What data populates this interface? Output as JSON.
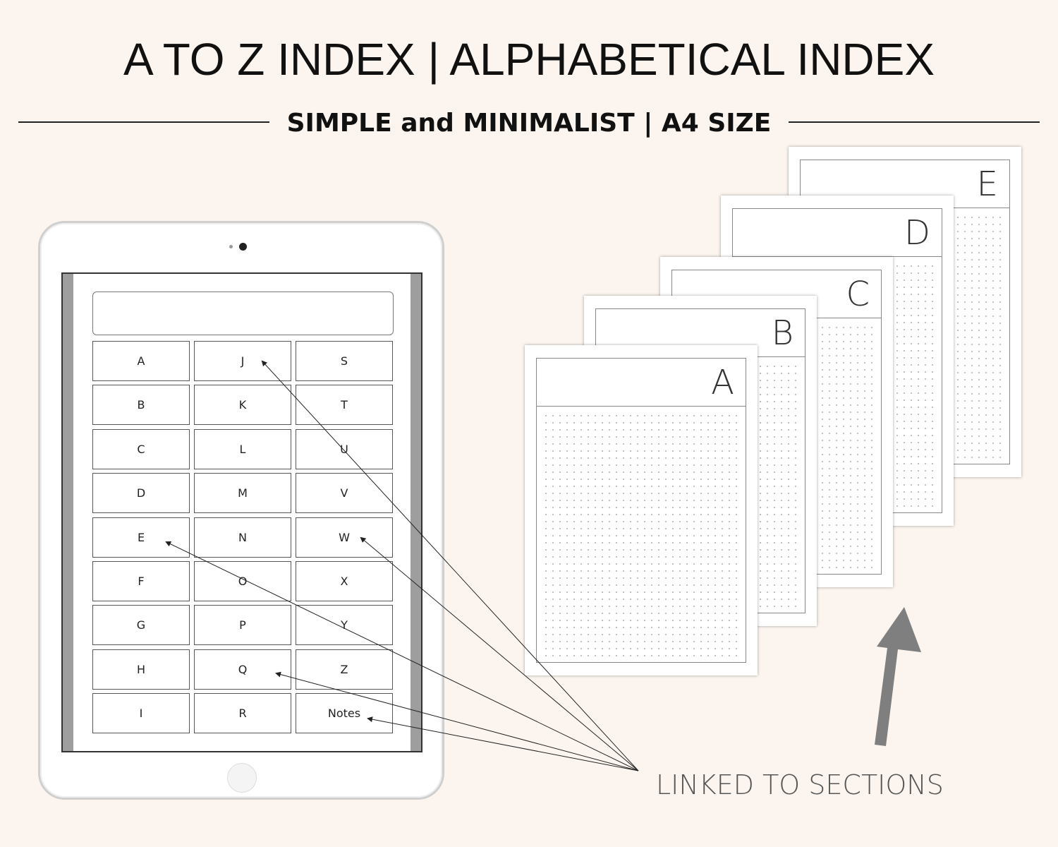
{
  "title": "A TO Z INDEX | ALPHABETICAL INDEX",
  "subtitle": "SIMPLE and MINIMALIST  |  A4 SIZE",
  "tablet": {
    "index_cells": [
      "A",
      "J",
      "S",
      "B",
      "K",
      "T",
      "C",
      "L",
      "U",
      "D",
      "M",
      "V",
      "E",
      "N",
      "W",
      "F",
      "O",
      "X",
      "G",
      "P",
      "Y",
      "H",
      "Q",
      "Z",
      "I",
      "R",
      "Notes"
    ]
  },
  "sections": [
    "A",
    "B",
    "C",
    "D",
    "E"
  ],
  "caption": "LINKED TO SECTIONS",
  "colors": {
    "background": "#fcf5ef",
    "screen_border": "#9e9e9e",
    "arrow": "#7f7f7f"
  }
}
